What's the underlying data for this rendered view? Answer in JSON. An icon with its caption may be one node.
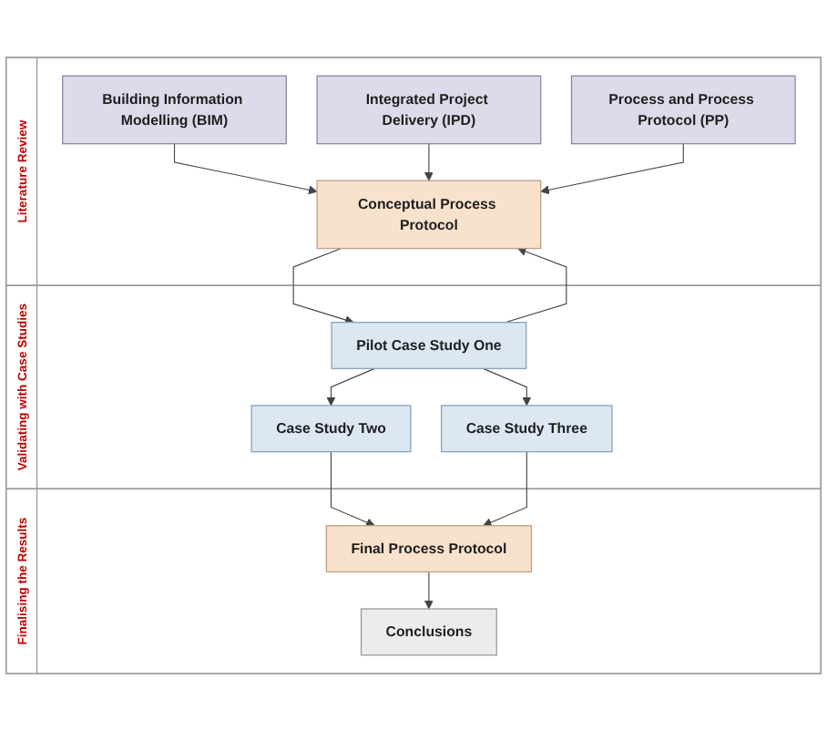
{
  "diagram": {
    "nodes": [
      {
        "text": [
          "Literature Review"
        ]
      },
      {
        "text": [
          "Building Information Modelling (BIM)"
        ],
        "in": 0
      },
      {
        "text": [
          "Integrated Project Delivery (IPD)"
        ],
        "in": 0
      },
      {
        "text": [
          "Process and Process Protocol (PP)"
        ],
        "in": 0
      },
      {
        "text": [
          "Conceptual Process Protocol"
        ],
        "in": 0
      },
      {
        "text": [
          "Validating with Case Studies"
        ]
      },
      {
        "text": [
          "Pilot Case Study One"
        ],
        "in": 5
      },
      {
        "text": [
          "Case Study Two"
        ],
        "in": 5
      },
      {
        "text": [
          "Case Study Three"
        ],
        "in": 5
      },
      {
        "text": [
          "Finalising the Results"
        ]
      },
      {
        "text": [
          "Final Process Protocol"
        ],
        "in": 9
      },
      {
        "text": [
          "Conclusions"
        ],
        "in": 9
      }
    ],
    "edges": [
      {
        "from": 1,
        "to": 4,
        "arrow": "to"
      },
      {
        "from": 2,
        "to": 4,
        "arrow": "to"
      },
      {
        "from": 3,
        "to": 4,
        "arrow": "to"
      },
      {
        "from": 4,
        "to": 6,
        "arrow": "to"
      },
      {
        "from": 6,
        "to": 4,
        "arrow": "to"
      },
      {
        "from": 6,
        "to": 7,
        "arrow": "to"
      },
      {
        "from": 6,
        "to": 8,
        "arrow": "to"
      },
      {
        "from": 7,
        "to": 10,
        "arrow": "to"
      },
      {
        "from": 8,
        "to": 10,
        "arrow": "to"
      },
      {
        "from": 10,
        "to": 11,
        "arrow": "to"
      }
    ]
  }
}
